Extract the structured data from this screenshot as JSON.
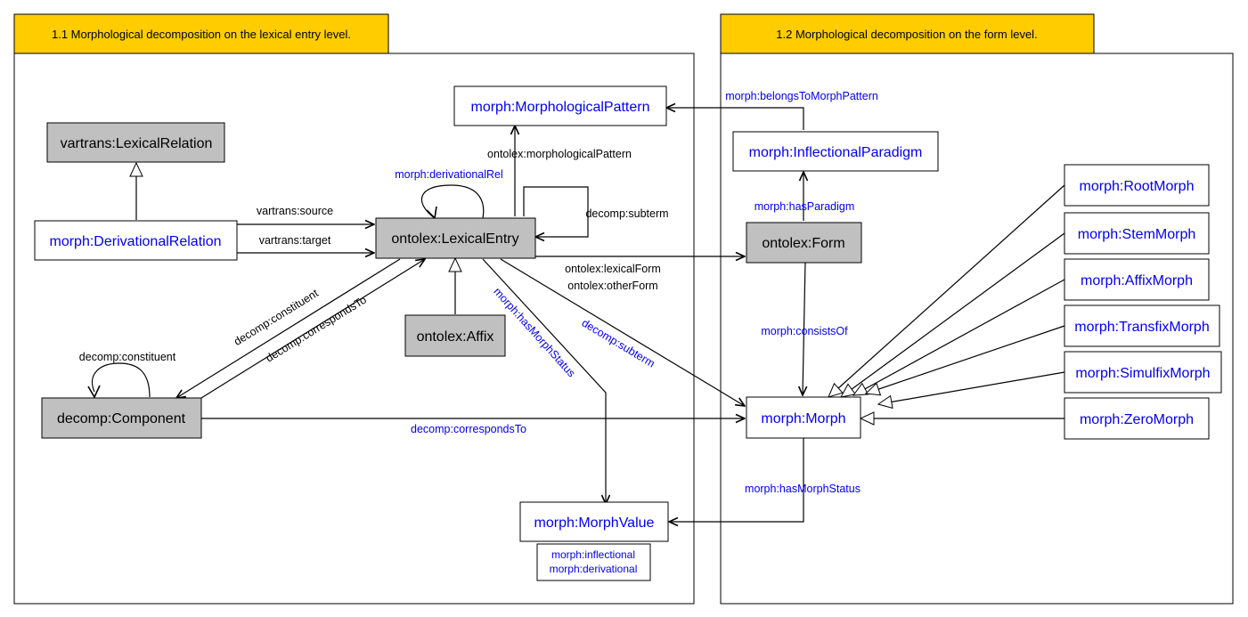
{
  "colors": {
    "tab_fill": "#ffcc00",
    "gray_fill": "#c0c0c0",
    "white_fill": "#ffffff",
    "blue_text": "#0000ee",
    "black_text": "#000000",
    "stroke": "#000000"
  },
  "panels": {
    "left_title": "1.1 Morphological decomposition on the lexical entry level.",
    "right_title": "1.2 Morphological decomposition on the form level."
  },
  "classes": {
    "morphological_pattern": "morph:MorphologicalPattern",
    "lexical_relation": "vartrans:LexicalRelation",
    "derivational_relation": "morph:DerivationalRelation",
    "lexical_entry": "ontolex:LexicalEntry",
    "affix": "ontolex:Affix",
    "component": "decomp:Component",
    "morph_value": "morph:MorphValue",
    "inflectional_paradigm": "morph:InflectionalParadigm",
    "form": "ontolex:Form",
    "morph": "morph:Morph",
    "root_morph": "morph:RootMorph",
    "stem_morph": "morph:StemMorph",
    "affix_morph": "morph:AffixMorph",
    "transfix_morph": "morph:TransfixMorph",
    "simulfix_morph": "morph:SimulfixMorph",
    "zero_morph": "morph:ZeroMorph"
  },
  "morph_value_instances": [
    "morph:inflectional",
    "morph:derivational"
  ],
  "edges": {
    "belongs_to_morph_pattern": "morph:belongsToMorphPattern",
    "morphological_pattern": "ontolex:morphologicalPattern",
    "derivational_rel": "morph:derivationalRel",
    "subterm_self": "decomp:subterm",
    "vartrans_source": "vartrans:source",
    "vartrans_target": "vartrans:target",
    "lexical_form": "ontolex:lexicalForm",
    "other_form": "ontolex:otherForm",
    "has_paradigm": "morph:hasParadigm",
    "consists_of": "morph:consistsOf",
    "constituent_to_component": "decomp:constituent",
    "corresponds_to_entry": "decomp:correspondsTo",
    "has_morph_status_entry": "morph:hasMorphStatus",
    "subterm_to_morph": "decomp:subterm",
    "constituent_self": "decomp:constituent",
    "corresponds_to_morph": "decomp:correspondsTo",
    "has_morph_status_morph": "morph:hasMorphStatus"
  }
}
